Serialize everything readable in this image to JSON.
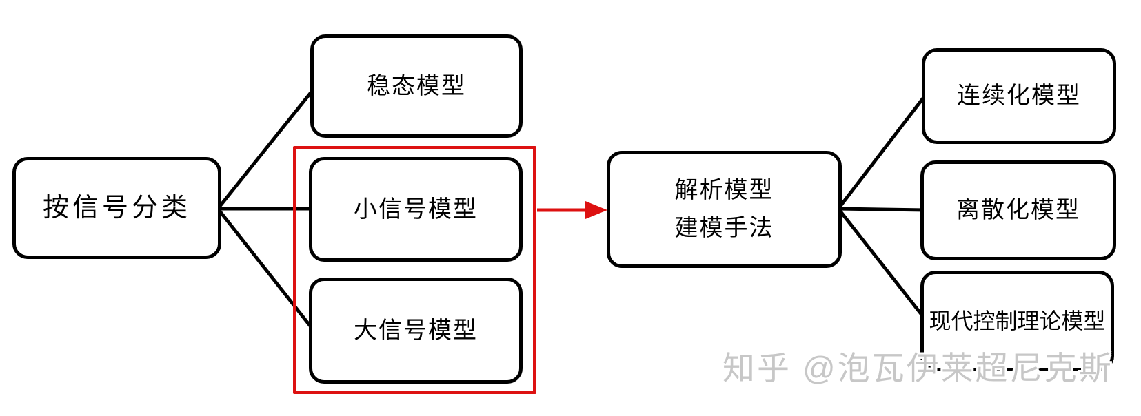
{
  "diagram": {
    "left_node": {
      "label": "按信号分类"
    },
    "signal_nodes": [
      {
        "label": "稳态模型"
      },
      {
        "label": "小信号模型"
      },
      {
        "label": "大信号模型"
      }
    ],
    "center_node": {
      "line1": "解析模型",
      "line2": "建模手法"
    },
    "result_nodes": [
      {
        "label": "连续化模型"
      },
      {
        "label": "离散化模型"
      },
      {
        "label": "现代控制理论模型"
      }
    ],
    "colors": {
      "node_border": "#000000",
      "highlight_red": "#dd1111",
      "watermark_gray": "#c7c7c7",
      "background": "#ffffff"
    }
  },
  "watermark": {
    "text": "知乎 @泡瓦伊莱超尼克斯"
  }
}
